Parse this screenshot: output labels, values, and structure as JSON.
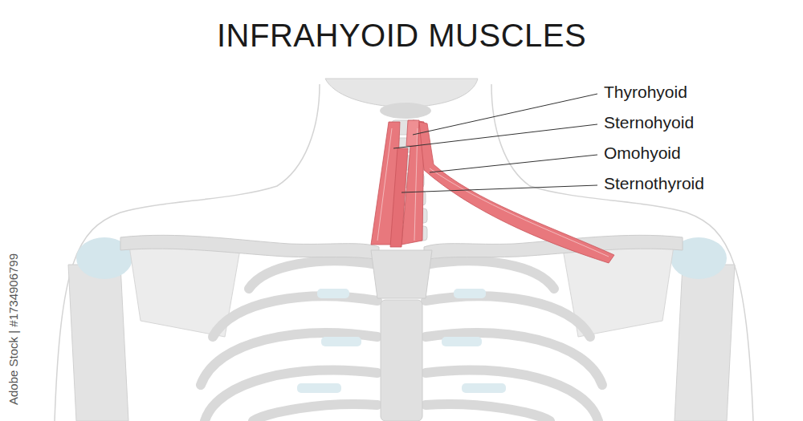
{
  "diagram": {
    "title": "INFRAHYOID MUSCLES",
    "labels": [
      "Thyrohyoid",
      "Sternohyoid",
      "Omohyoid",
      "Sternothyroid",
      "Adobe Stock | #1734906799"
    ]
  }
}
